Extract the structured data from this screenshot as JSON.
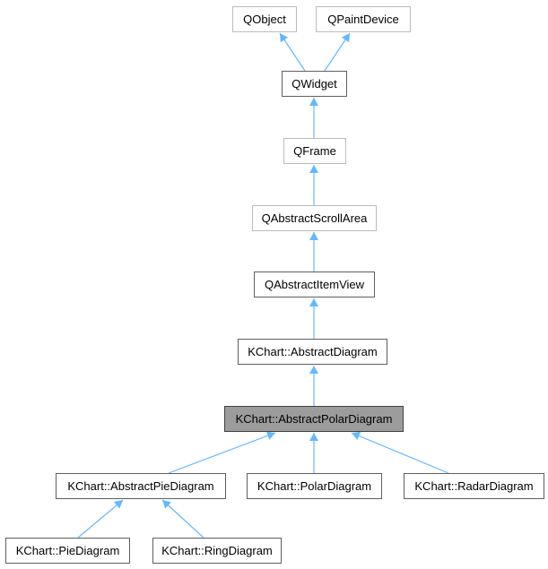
{
  "diagram": {
    "type": "class-inheritance-graph",
    "current_class": "KChart::AbstractPolarDiagram"
  },
  "nodes": {
    "qobject": "QObject",
    "qpaintdevice": "QPaintDevice",
    "qwidget": "QWidget",
    "qframe": "QFrame",
    "qabstractscrollarea": "QAbstractScrollArea",
    "qabstractitemview": "QAbstractItemView",
    "kchart_abstractdiagram": "KChart::AbstractDiagram",
    "kchart_abstractpolardiagram": "KChart::AbstractPolarDiagram",
    "kchart_abstractpiediagram": "KChart::AbstractPieDiagram",
    "kchart_polardiagram": "KChart::PolarDiagram",
    "kchart_radardiagram": "KChart::RadarDiagram",
    "kchart_piediagram": "KChart::PieDiagram",
    "kchart_ringdiagram": "KChart::RingDiagram"
  },
  "edges": [
    {
      "from": "QWidget",
      "to": "QObject"
    },
    {
      "from": "QWidget",
      "to": "QPaintDevice"
    },
    {
      "from": "QFrame",
      "to": "QWidget"
    },
    {
      "from": "QAbstractScrollArea",
      "to": "QFrame"
    },
    {
      "from": "QAbstractItemView",
      "to": "QAbstractScrollArea"
    },
    {
      "from": "KChart::AbstractDiagram",
      "to": "QAbstractItemView"
    },
    {
      "from": "KChart::AbstractPolarDiagram",
      "to": "KChart::AbstractDiagram"
    },
    {
      "from": "KChart::AbstractPieDiagram",
      "to": "KChart::AbstractPolarDiagram"
    },
    {
      "from": "KChart::PolarDiagram",
      "to": "KChart::AbstractPolarDiagram"
    },
    {
      "from": "KChart::RadarDiagram",
      "to": "KChart::AbstractPolarDiagram"
    },
    {
      "from": "KChart::PieDiagram",
      "to": "KChart::AbstractPieDiagram"
    },
    {
      "from": "KChart::RingDiagram",
      "to": "KChart::AbstractPieDiagram"
    }
  ],
  "colors": {
    "arrow": "#63B8FF",
    "highlight_fill": "#9C9C9C",
    "current_border": "#404040",
    "documented_border": "#5F5F5F",
    "undocumented_border": "#BCBCBC",
    "text": "#000000",
    "background": "#FFFFFF"
  }
}
